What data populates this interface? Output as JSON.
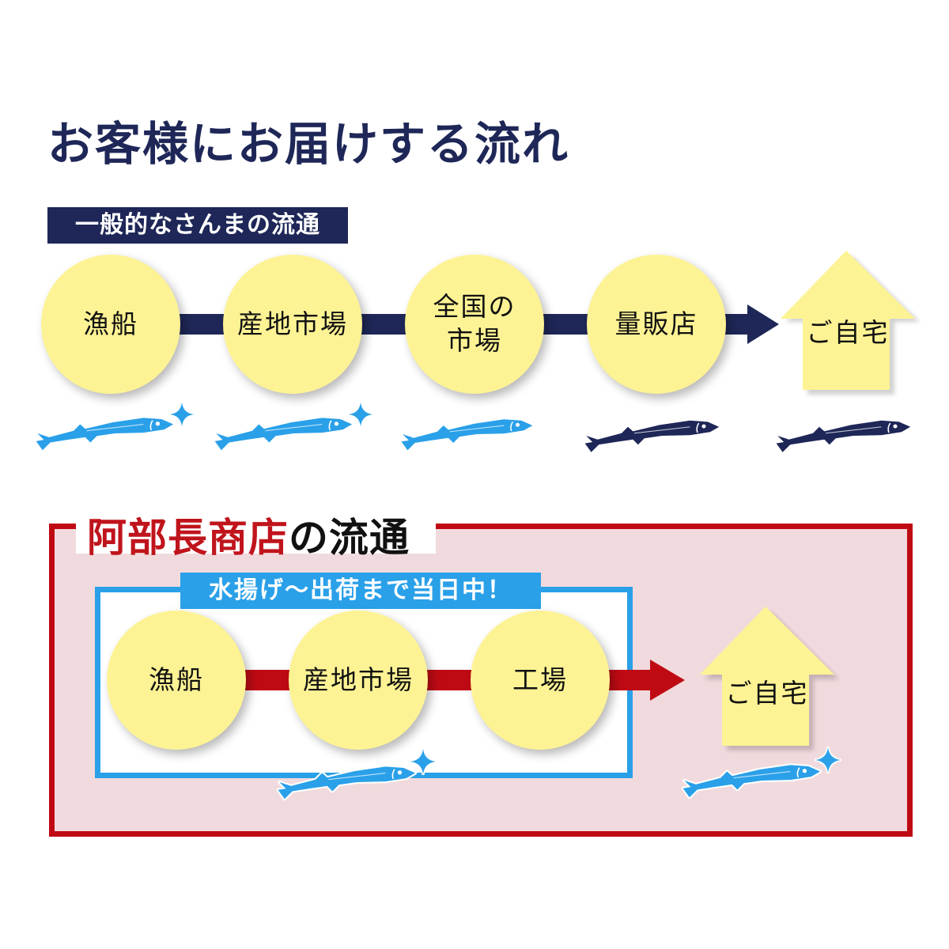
{
  "title": "お客様にお届けする流れ",
  "general_flow": {
    "label": "一般的なさんまの流通",
    "steps": [
      "漁船",
      "産地市場",
      "全国の",
      "市場",
      "量販店"
    ],
    "destination": "ご自宅"
  },
  "abecho_flow": {
    "label_name": "阿部長商店",
    "label_suffix": "の流通",
    "same_day_label": "水揚げ～出荷まで当日中！",
    "steps": [
      "漁船",
      "産地市場",
      "工場"
    ],
    "destination": "ご自宅"
  },
  "colors": {
    "navy": "#1e2757",
    "red": "#bf0a14",
    "blue": "#2aa0e9",
    "circle_yellow": "#fef394",
    "fresh_fish": "#2aa0e9",
    "stale_fish": "#1e2757"
  },
  "icons": {
    "fresh_fish": "fish-icon",
    "sparkle": "sparkle-icon",
    "home": "house-icon"
  }
}
